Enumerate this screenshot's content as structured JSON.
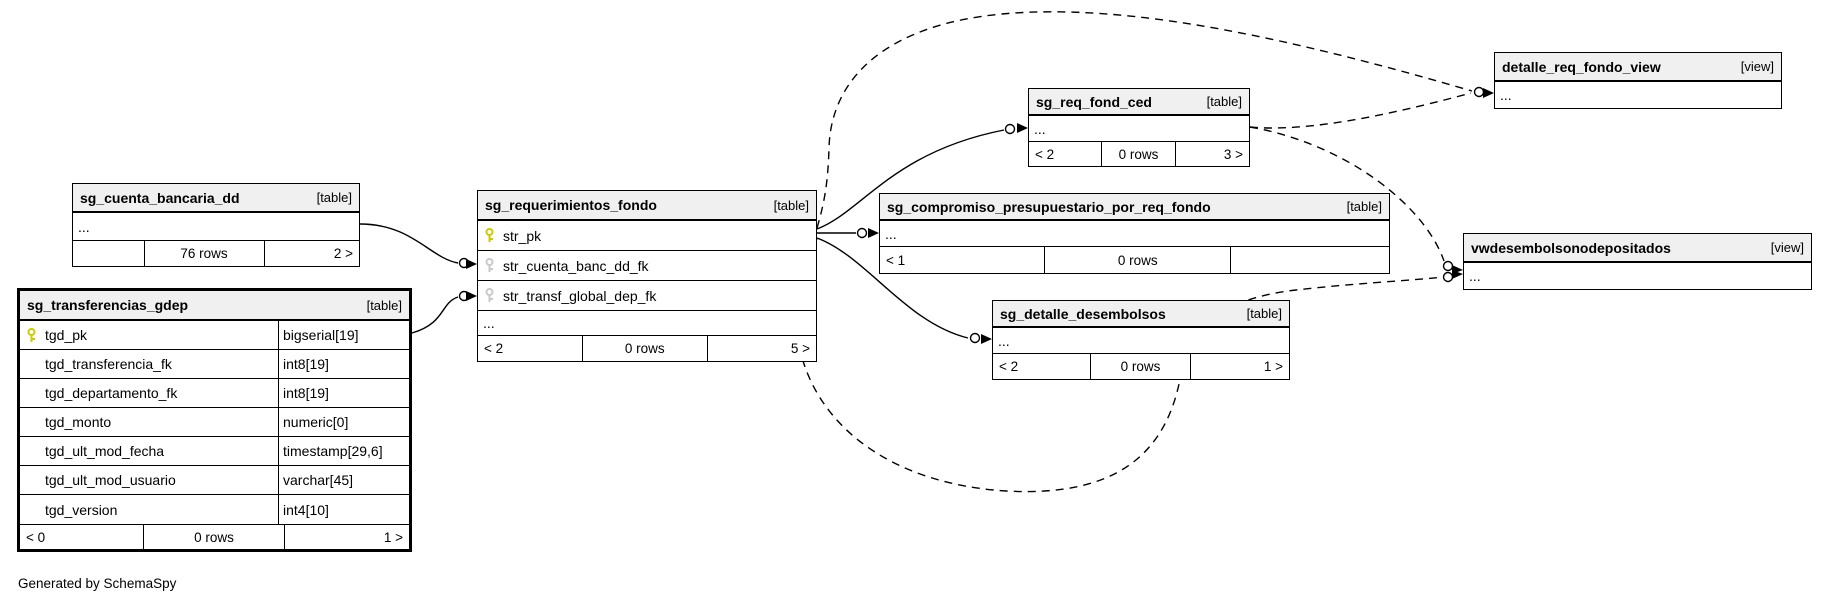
{
  "footer_note": "Generated by SchemaSpy",
  "colors": {
    "header_bg": "#f0f0f0",
    "pk_key": "#cbcb00",
    "fk_key": "#c9c9c9",
    "edge": "#000000"
  },
  "tables": [
    {
      "name": "sg_cuenta_bancaria_dd",
      "kind": "[table]",
      "ellipsis": "...",
      "footer": {
        "left": "",
        "center": "76 rows",
        "right": "2 >"
      }
    },
    {
      "name": "sg_transferencias_gdep",
      "kind": "[table]",
      "columns": [
        {
          "name": "tgd_pk",
          "type": "bigserial[19]",
          "key": "pk"
        },
        {
          "name": "tgd_transferencia_fk",
          "type": "int8[19]",
          "key": ""
        },
        {
          "name": "tgd_departamento_fk",
          "type": "int8[19]",
          "key": ""
        },
        {
          "name": "tgd_monto",
          "type": "numeric[0]",
          "key": ""
        },
        {
          "name": "tgd_ult_mod_fecha",
          "type": "timestamp[29,6]",
          "key": ""
        },
        {
          "name": "tgd_ult_mod_usuario",
          "type": "varchar[45]",
          "key": ""
        },
        {
          "name": "tgd_version",
          "type": "int4[10]",
          "key": ""
        }
      ],
      "footer": {
        "left": "< 0",
        "center": "0 rows",
        "right": "1 >"
      }
    },
    {
      "name": "sg_requerimientos_fondo",
      "kind": "[table]",
      "columns": [
        {
          "name": "str_pk",
          "key": "pk"
        },
        {
          "name": "str_cuenta_banc_dd_fk",
          "key": "fk"
        },
        {
          "name": "str_transf_global_dep_fk",
          "key": "fk"
        }
      ],
      "ellipsis": "...",
      "footer": {
        "left": "< 2",
        "center": "0 rows",
        "right": "5 >"
      }
    },
    {
      "name": "sg_req_fond_ced",
      "kind": "[table]",
      "ellipsis": "...",
      "footer": {
        "left": "< 2",
        "center": "0 rows",
        "right": "3 >"
      }
    },
    {
      "name": "sg_compromiso_presupuestario_por_req_fondo",
      "kind": "[table]",
      "ellipsis": "...",
      "footer": {
        "left": "< 1",
        "center": "0 rows",
        "right": ""
      }
    },
    {
      "name": "sg_detalle_desembolsos",
      "kind": "[table]",
      "ellipsis": "...",
      "footer": {
        "left": "< 2",
        "center": "0 rows",
        "right": "1 >"
      }
    },
    {
      "name": "detalle_req_fondo_view",
      "kind": "[view]",
      "ellipsis": "..."
    },
    {
      "name": "vwdesembolsonodepositados",
      "kind": "[view]",
      "ellipsis": "..."
    }
  ],
  "relationships": [
    {
      "from": "sg_cuenta_bancaria_dd",
      "to": "sg_requerimientos_fondo.str_cuenta_banc_dd_fk",
      "style": "solid"
    },
    {
      "from": "sg_transferencias_gdep.tgd_pk",
      "to": "sg_requerimientos_fondo.str_transf_global_dep_fk",
      "style": "solid"
    },
    {
      "from": "sg_requerimientos_fondo.str_pk",
      "to": "sg_req_fond_ced",
      "style": "solid"
    },
    {
      "from": "sg_requerimientos_fondo.str_pk",
      "to": "sg_compromiso_presupuestario_por_req_fondo",
      "style": "solid"
    },
    {
      "from": "sg_requerimientos_fondo.str_pk",
      "to": "sg_detalle_desembolsos",
      "style": "solid"
    },
    {
      "from": "sg_requerimientos_fondo.str_pk",
      "to": "detalle_req_fondo_view",
      "style": "dashed"
    },
    {
      "from": "sg_req_fond_ced",
      "to": "detalle_req_fondo_view",
      "style": "dashed"
    },
    {
      "from": "sg_req_fond_ced",
      "to": "vwdesembolsonodepositados",
      "style": "dashed"
    },
    {
      "from": "sg_requerimientos_fondo.str_pk",
      "to": "vwdesembolsonodepositados",
      "style": "dashed"
    }
  ]
}
